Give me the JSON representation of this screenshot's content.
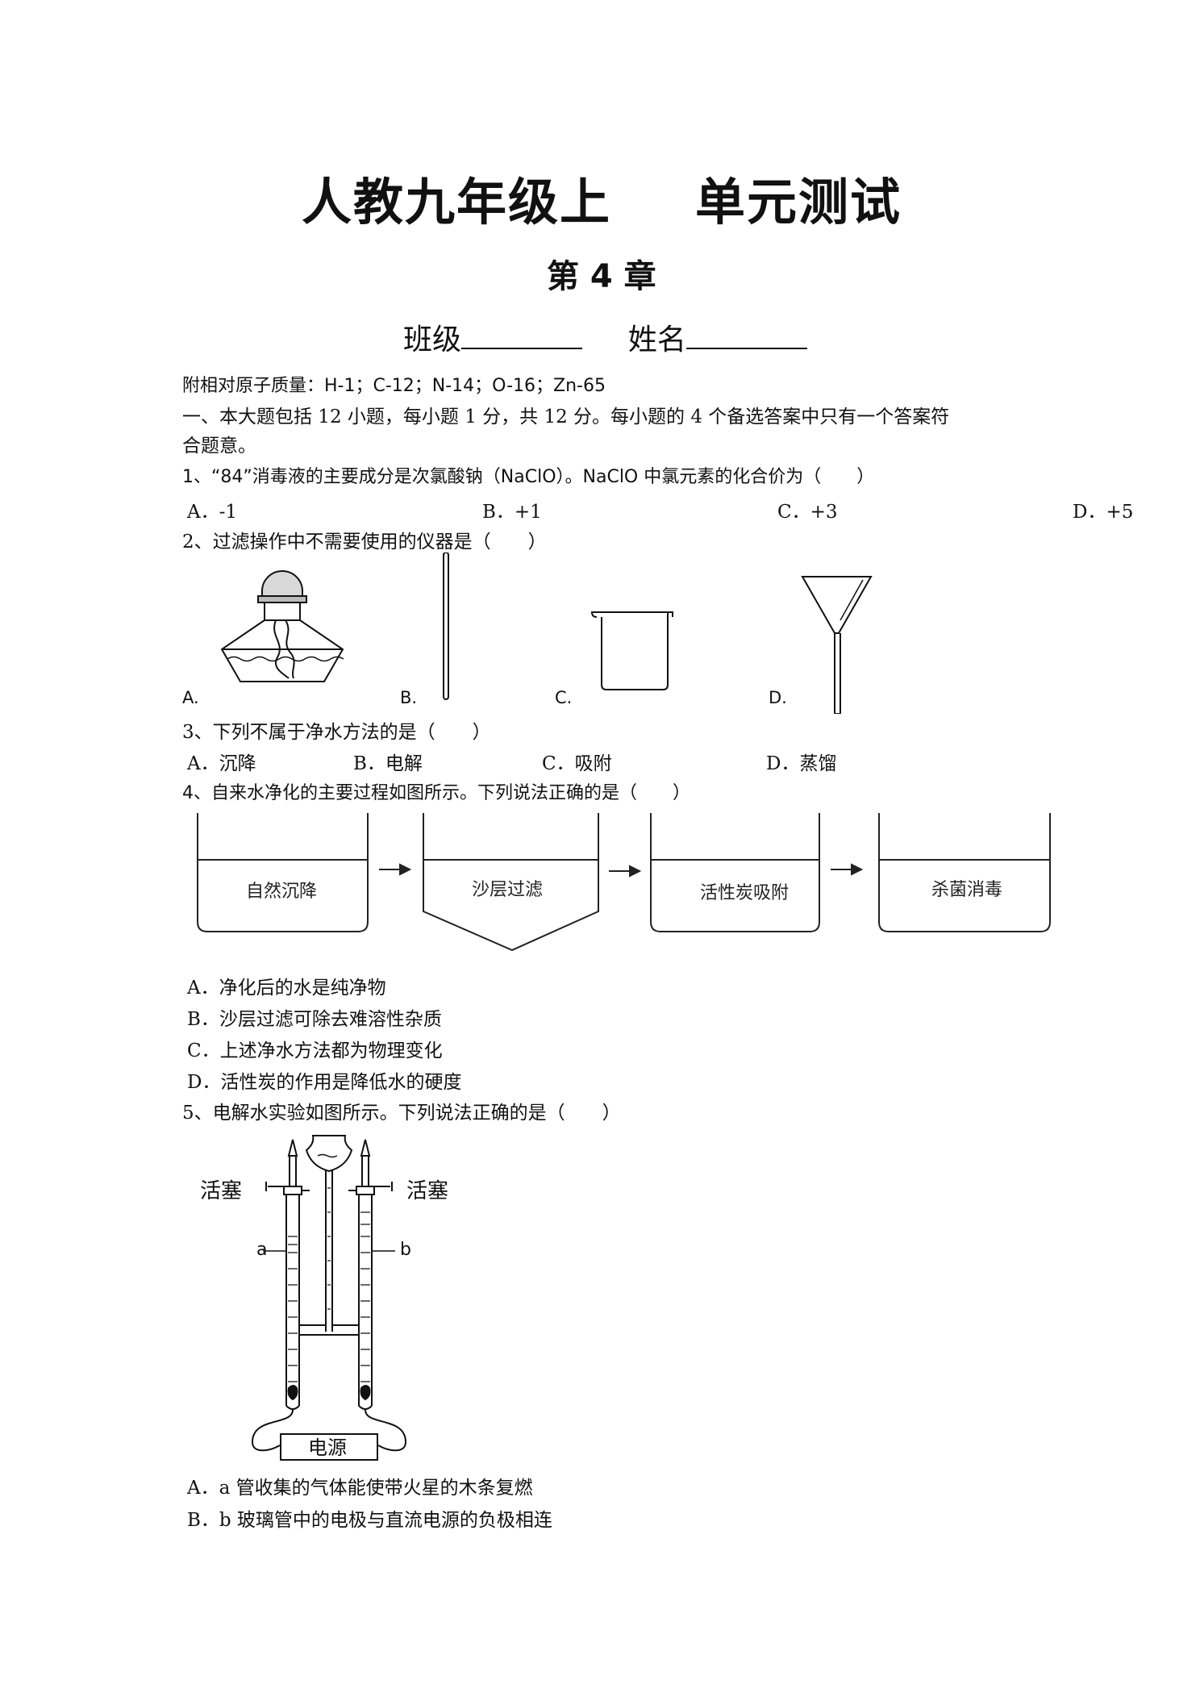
{
  "header": {
    "title_left": "人教九年级上",
    "title_right": "单元测试",
    "chapter": "第 4 章",
    "class_label": "班级",
    "name_label": "姓名"
  },
  "intro": {
    "atomic_mass": "附相对原子质量：H-1；C-12；N-14；O-16；Zn-65",
    "section_line1": "一、本大题包括 12 小题，每小题 1 分，共 12 分。每小题的 4 个备选答案中只有一个答案符",
    "section_line2": "合题意。"
  },
  "q1": {
    "stem": "1、“84”消毒液的主要成分是次氯酸钠（NaClO）。NaClO 中氯元素的化合价为（　　）",
    "options": [
      "A．-1",
      "B．+1",
      "C．+3",
      "D．+5"
    ]
  },
  "q2": {
    "stem": "2、过滤操作中不需要使用的仪器是（　　）",
    "labels": [
      "A.",
      "B.",
      "C.",
      "D."
    ]
  },
  "q3": {
    "stem": "3、下列不属于净水方法的是（　　）",
    "options": [
      "A．沉降",
      "B．电解",
      "C．吸附",
      "D．蒸馏"
    ]
  },
  "q4": {
    "stem": "4、自来水净化的主要过程如图所示。下列说法正确的是（　　）",
    "steps": [
      "自然沉降",
      "沙层过滤",
      "活性炭吸附",
      "杀菌消毒"
    ],
    "options": [
      "A．净化后的水是纯净物",
      "B．沙层过滤可除去难溶性杂质",
      "C．上述净水方法都为物理变化",
      "D．活性炭的作用是降低水的硬度"
    ]
  },
  "q5": {
    "stem": "5、电解水实验如图所示。下列说法正确的是（　　）",
    "diagram": {
      "valve_left": "活塞",
      "valve_right": "活塞",
      "tube_a": "a",
      "tube_b": "b",
      "power": "电源"
    },
    "options": [
      "A．a 管收集的气体能使带火星的木条复燃",
      "B．b 玻璃管中的电极与直流电源的负极相连"
    ]
  }
}
